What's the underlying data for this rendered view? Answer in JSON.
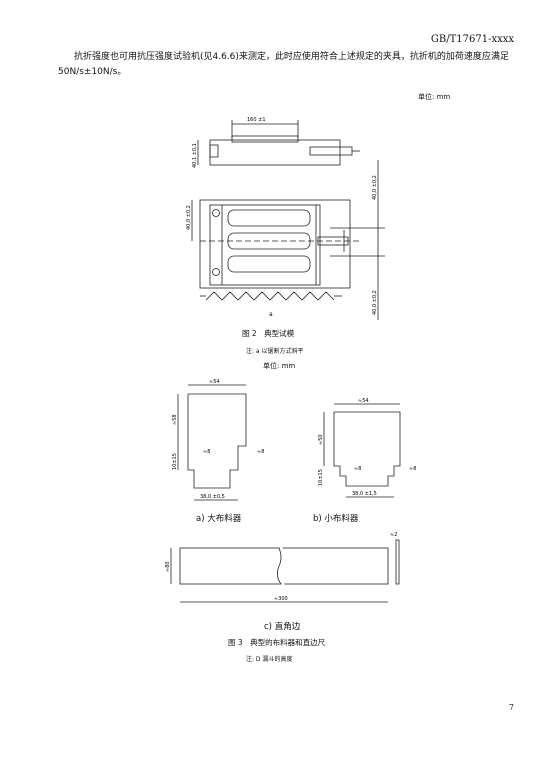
{
  "header": {
    "standard_no": "GB/T17671-xxxx"
  },
  "body_text": "抗折强度也可用抗压强度试验机(见4.6.6)来测定，此时应使用符合上述规定的夹具，抗折机的加荷速度应满足 50N/s±10N/s。",
  "figure2": {
    "unit_label": "单位: mm",
    "dim_length": "160 ±1",
    "dim_side_top": "40,1 ±0,1",
    "dim_side_mid": "40,0 ±0,2",
    "dim_right_top": "40,0 ±0,2",
    "dim_right_bottom": "40,0 ±0,2",
    "label_a": "a",
    "caption": "图 2　典型试模",
    "note": "注: a 以锯割方式斜平"
  },
  "figure3": {
    "unit_label": "单位: mm",
    "a": {
      "top": "≈54",
      "left": "≈58",
      "left_small": "10±15",
      "notch_l": "≈8",
      "notch_r": "≈8",
      "bottom": "38,0 ±0,5",
      "sub": "a) 大布料器"
    },
    "b": {
      "top": "≈54",
      "left": "≈50",
      "left_small": "10±15",
      "notch_l": "≈8",
      "notch_r": "≈8",
      "bottom": "38,0 ±1,5",
      "sub": "b) 小布料器"
    },
    "c": {
      "height": "≈80",
      "length": "≈300",
      "thick": "≈2",
      "sub": "c) 直角边"
    },
    "caption": "图 3　典型的布料器和直边尺",
    "note": "注: D 漏斗的高度"
  },
  "page_number": "7"
}
